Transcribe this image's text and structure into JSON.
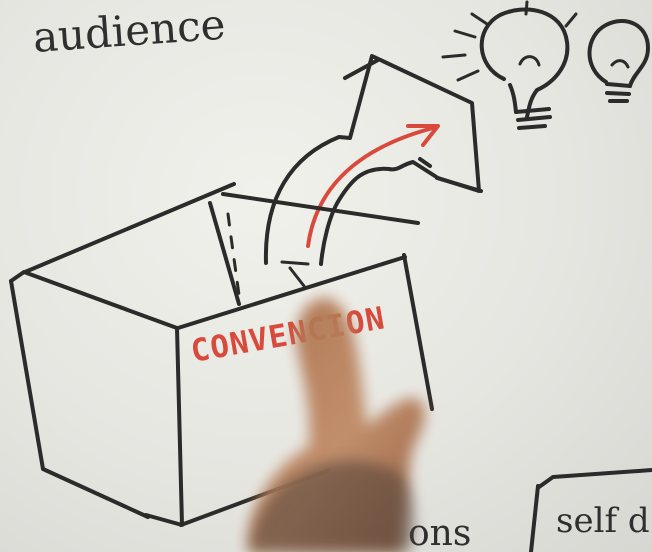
{
  "top_text": "audience",
  "box_label": "CONVENCION",
  "bottom_left_text": "ons",
  "bottom_right_text": "self d",
  "colors": {
    "paper": "#ecece7",
    "ink": "#2b2b2b",
    "accent_red": "#d74a3c",
    "skin": "#b8835d"
  },
  "icons": {
    "bulb_large": "lightbulb-icon",
    "bulb_small": "lightbulb-icon",
    "arrow": "curved-arrow-icon",
    "box": "box-icon"
  }
}
